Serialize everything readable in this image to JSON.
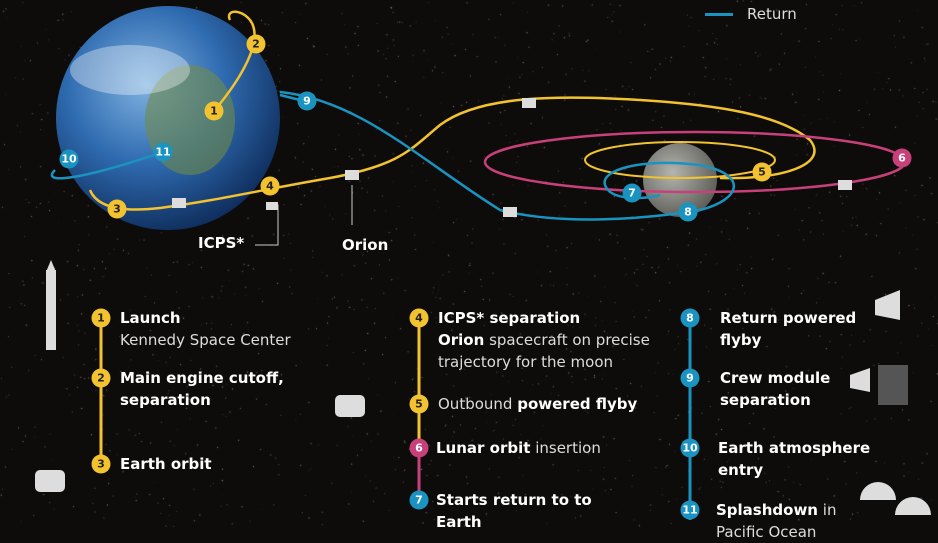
{
  "legend": {
    "return_label": "Return"
  },
  "colors": {
    "outbound": "#f2c230",
    "lunar": "#c8407a",
    "return": "#1a93c0"
  },
  "labels": {
    "icps": "ICPS*",
    "orion": "Orion"
  },
  "markers": [
    "1",
    "2",
    "3",
    "4",
    "5",
    "6",
    "7",
    "8",
    "9",
    "10",
    "11"
  ],
  "steps": [
    {
      "num": "1",
      "bold": "Launch",
      "text": "Kennedy Space Center"
    },
    {
      "num": "2",
      "bold": "Main engine cutoff, separation",
      "text": ""
    },
    {
      "num": "3",
      "bold": "Earth orbit",
      "text": ""
    },
    {
      "num": "4",
      "bold": "ICPS* separation",
      "bold2": "Orion",
      "text": "spacecraft on precise trajectory for the moon"
    },
    {
      "num": "5",
      "pre": "Outbound",
      "bold": "powered flyby"
    },
    {
      "num": "6",
      "bold": "Lunar orbit",
      "text": "insertion"
    },
    {
      "num": "7",
      "bold": "Starts return to to Earth"
    },
    {
      "num": "8",
      "bold": "Return powered flyby"
    },
    {
      "num": "9",
      "bold": "Crew module separation"
    },
    {
      "num": "10",
      "bold": "Earth atmosphere entry"
    },
    {
      "num": "11",
      "bold": "Splashdown",
      "text": "in Pacific Ocean"
    }
  ]
}
